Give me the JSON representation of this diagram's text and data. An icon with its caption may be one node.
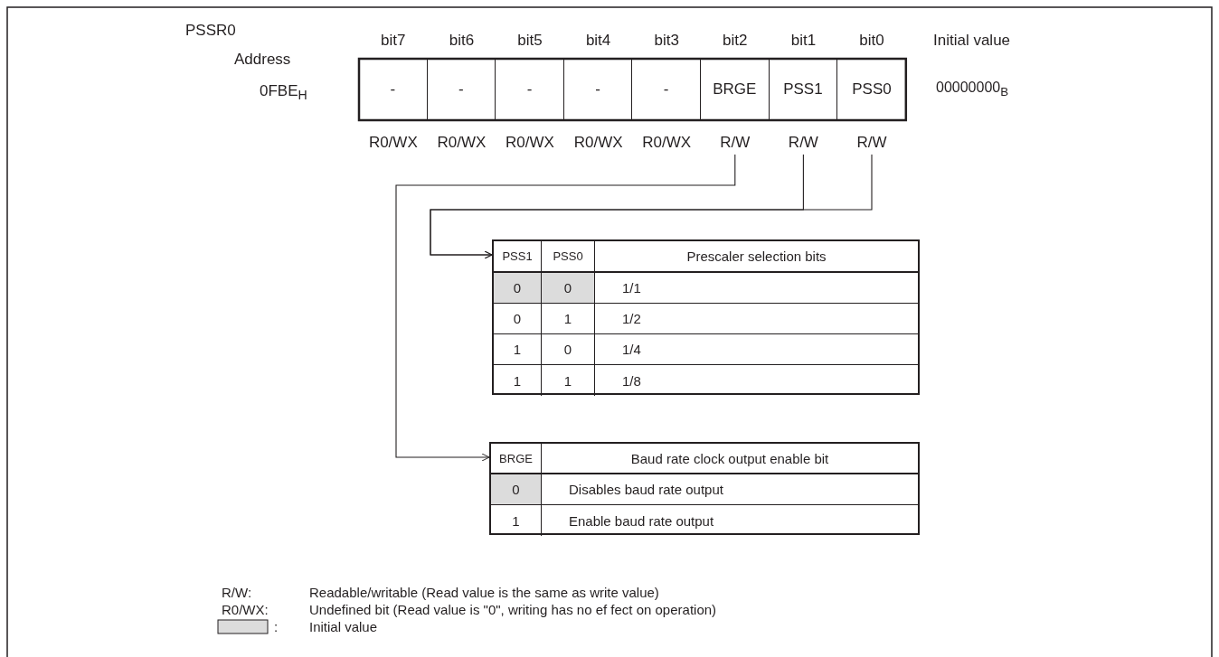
{
  "diagram": {
    "nodes": [
      {
        "text": [
          "-"
        ],
        "beside": [
          "bit7"
        ]
      },
      {
        "text": [
          "-"
        ],
        "beside": [
          "bit6"
        ]
      },
      {
        "text": [
          "-"
        ],
        "beside": [
          "bit5"
        ]
      },
      {
        "text": [
          "-"
        ],
        "beside": [
          "bit4"
        ]
      },
      {
        "text": [
          "-"
        ],
        "beside": [
          "bit3"
        ]
      },
      {
        "text": [
          "BRGE"
        ],
        "beside": [
          "bit2"
        ]
      },
      {
        "text": [
          "PSS1"
        ],
        "beside": [
          "bit1"
        ]
      },
      {
        "text": [
          "PSS0"
        ],
        "beside": [
          "bit0"
        ]
      },
      {
        "text": [
          "R/W"
        ]
      },
      {
        "text": [
          "R/W"
        ]
      },
      {
        "text": [
          "R/W"
        ]
      },
      {
        "text": [
          "PSS1",
          "PSS0",
          "Prescaler selection bits",
          "0",
          "0",
          "1/1",
          "0",
          "1",
          "1/2",
          "1",
          "0",
          "1/4",
          "1",
          "1",
          "1/8"
        ]
      },
      {
        "text": [
          "BRGE",
          "Baud rate clock output enable bit",
          "0",
          "Disables baud rate output",
          "1",
          "Enable baud rate output"
        ]
      }
    ],
    "edges": [
      {
        "from": 8,
        "to": 12,
        "arrow": "to"
      },
      {
        "from": 9,
        "to": 11,
        "arrow": "to"
      },
      {
        "from": 10,
        "to": 11,
        "arrow": "to"
      }
    ],
    "labels": [
      "PSSR0",
      "Address",
      "0FBE$_{H}$",
      "Initial value",
      "00000000$_{B}$",
      "R0/WX",
      "R0/WX",
      "R0/WX",
      "R0/WX",
      "R0/WX",
      "R/W:",
      "Readable/writable (Read value is the same as write value)",
      "R0/WX:",
      "Undefined bit (Read value is \"0\", writing has no ef fect on operation)",
      ":"
    ],
    "legend": [
      {
        "text": "Initial value",
        "color": "#dcdcdc"
      }
    ]
  }
}
